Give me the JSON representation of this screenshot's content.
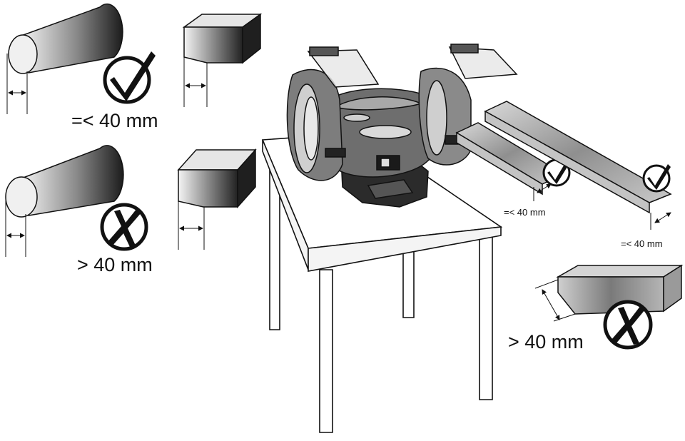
{
  "labels": {
    "max_ok": "=< 40 mm",
    "too_big": "> 40 mm",
    "max_ok_small": "=< 40 mm",
    "too_big_workpiece": "> 40 mm"
  },
  "icons": {
    "ok": "check-mark-icon",
    "not_ok": "cross-mark-icon"
  },
  "colors": {
    "line": "#111111",
    "workpiece_dark": "#222222",
    "workpiece_light": "#f2f2f2",
    "metal_bar": "#9a9a9a",
    "grinder_body": "#6e6e6e",
    "guard_shield": "#e8e8e8"
  }
}
